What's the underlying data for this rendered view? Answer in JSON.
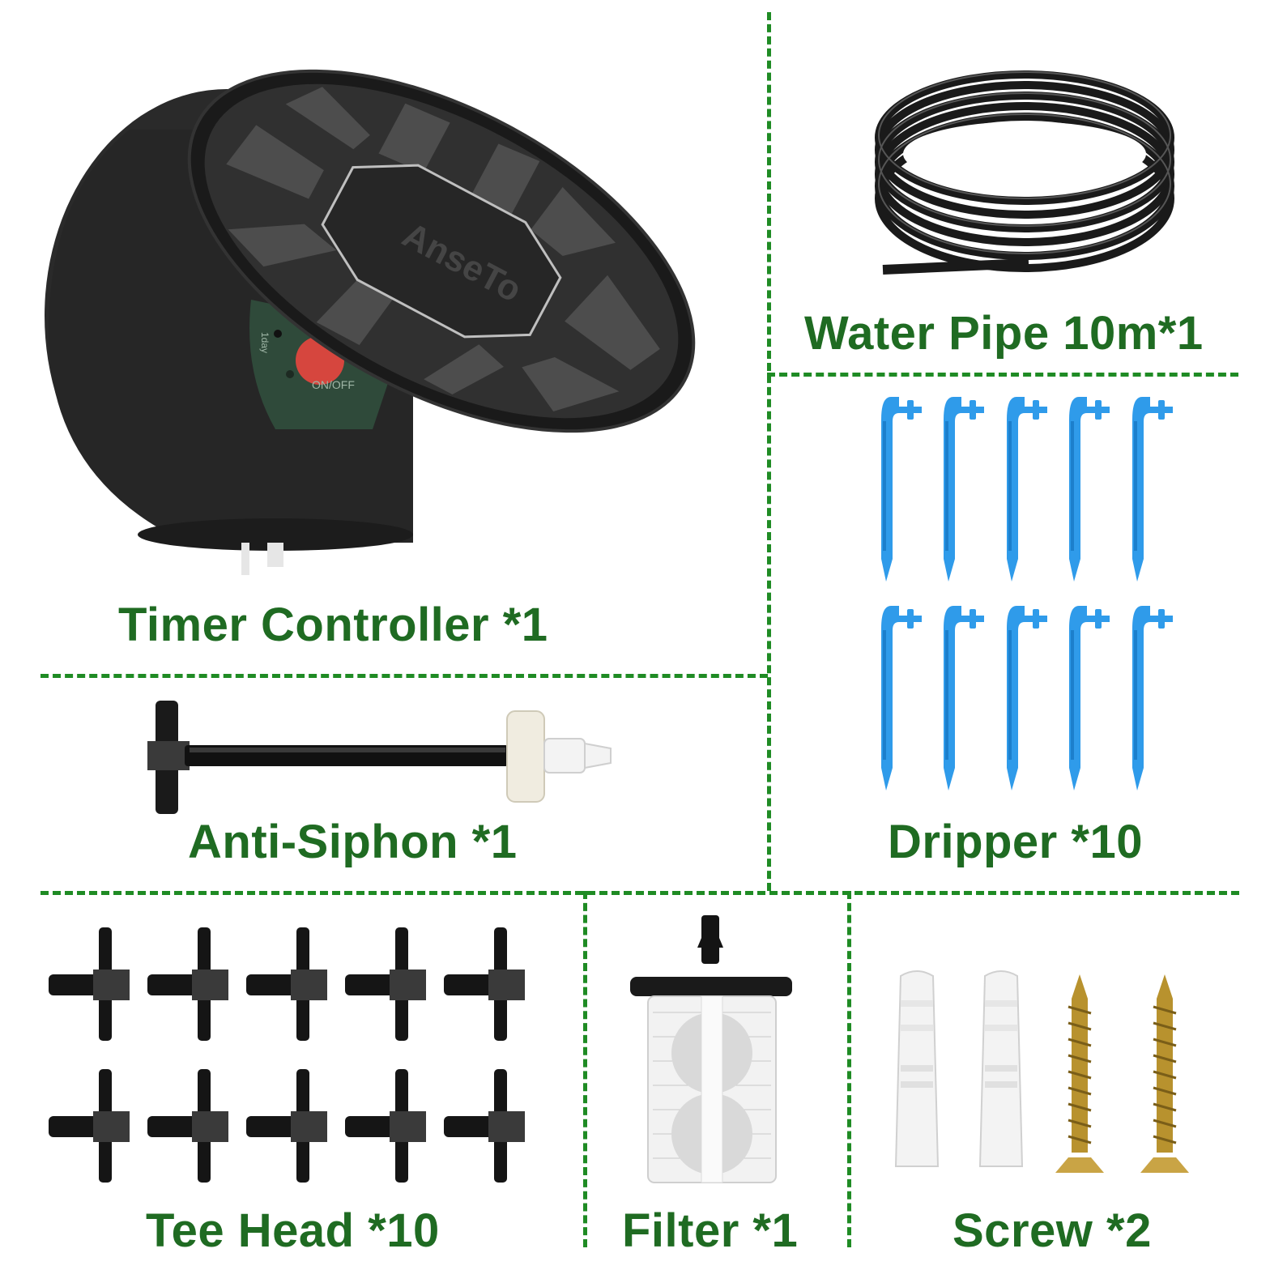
{
  "panels": {
    "timer_controller": {
      "label": "Timer Controller *1",
      "brand": "AnseTo",
      "button_text": "ON/OFF",
      "dial_text": "1day"
    },
    "water_pipe": {
      "label": "Water Pipe 10m*1"
    },
    "anti_siphon": {
      "label": "Anti-Siphon *1"
    },
    "dripper": {
      "label": "Dripper *10",
      "count": 10,
      "color": "#2f9bea"
    },
    "tee_head": {
      "label": "Tee Head *10",
      "count": 10
    },
    "filter": {
      "label": "Filter *1"
    },
    "screw": {
      "label": "Screw *2"
    }
  },
  "colors": {
    "label_text": "#1f6b22",
    "separator": "#1f8b24",
    "product_black": "#1b1b1b",
    "dripper_blue": "#2f9bea",
    "screw_gold": "#b8922e"
  }
}
